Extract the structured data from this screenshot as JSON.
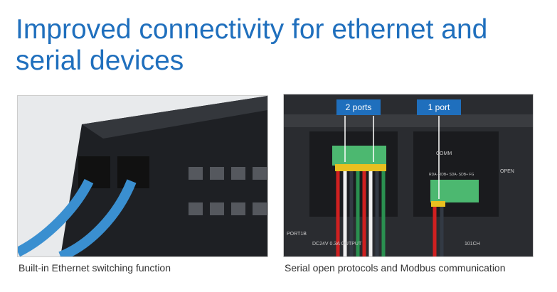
{
  "title": "Improved connectivity for ethernet and serial devices",
  "left_panel": {
    "caption": "Built-in Ethernet switching function"
  },
  "right_panel": {
    "caption": "Serial open protocols and Modbus communication",
    "callouts": [
      "2 ports",
      "1 port"
    ],
    "labels": {
      "comm": "COMM",
      "open": "OPEN",
      "port": "PORT1B",
      "output": "DC24V 0.3A OUTPUT",
      "ch": "101CH",
      "terminals": "RDA- RDB+ SDA- SDB+ FG"
    }
  },
  "colors": {
    "brand": "#1f6fbd"
  }
}
